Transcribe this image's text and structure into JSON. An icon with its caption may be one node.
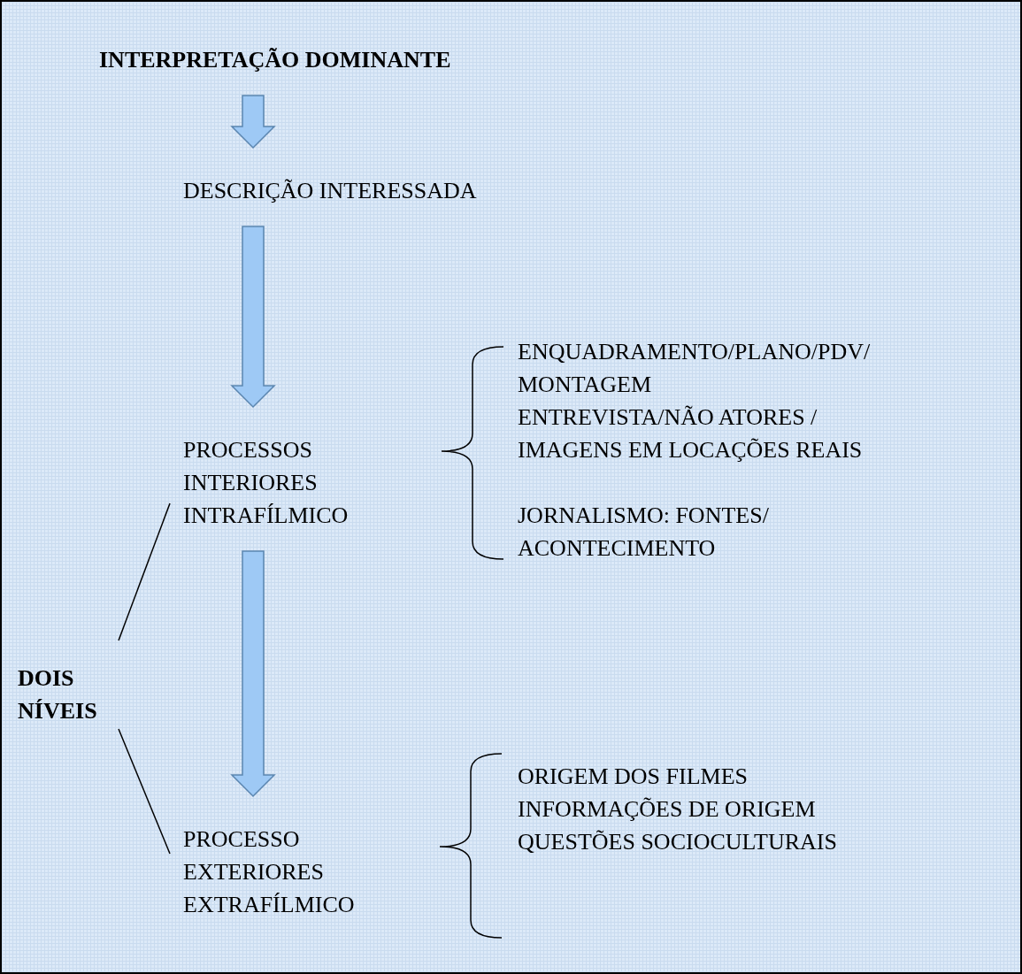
{
  "diagram": {
    "nodes": [
      {
        "text": [
          "INTERPRETAÇÃO DOMINANTE"
        ]
      },
      {
        "text": [
          "DESCRIÇÃO INTERESSADA"
        ]
      },
      {
        "text": [
          "PROCESSOS INTERIORES INTRAFÍLMICO"
        ]
      },
      {
        "text": [
          "PROCESSO EXTERIORES EXTRAFÍLMICO"
        ]
      },
      {
        "text": [
          "DOIS NÍVEIS"
        ]
      }
    ],
    "edges": [
      {
        "from": 0,
        "to": 1,
        "arrow": "to"
      },
      {
        "from": 1,
        "to": 2,
        "arrow": "to"
      },
      {
        "from": 2,
        "to": 3,
        "arrow": "to"
      },
      {
        "from": 4,
        "to": 2,
        "arrow": "none"
      },
      {
        "from": 4,
        "to": 3,
        "arrow": "none"
      }
    ],
    "labels": [
      "ENQUADRAMENTO/PLANO/PDV/",
      "MONTAGEM",
      "ENTREVISTA/NÃO ATORES /",
      "IMAGENS EM LOCAÇÕES REAIS",
      "JORNALISMO: FONTES/",
      "ACONTECIMENTO",
      "ORIGEM DOS FILMES",
      "INFORMAÇÕES DE ORIGEM",
      "QUESTÕES SOCIOCULTURAIS"
    ]
  }
}
